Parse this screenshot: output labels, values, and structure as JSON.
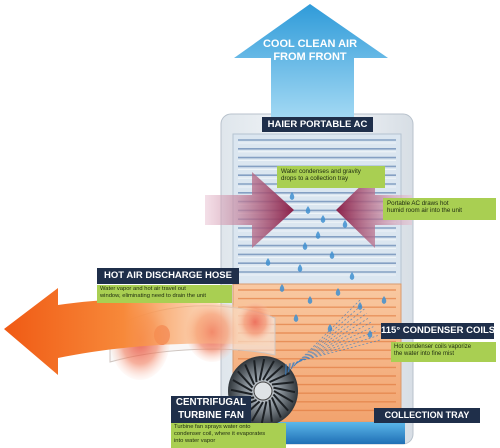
{
  "top_arrow": {
    "line1": "COOL CLEAN AIR",
    "line2": "FROM FRONT"
  },
  "unit_label": "HAIER PORTABLE AC",
  "notes": {
    "condense_line1": "Water condenses and gravity",
    "condense_line2": "drops to a collection tray",
    "intake_line1": "Portable AC draws hot",
    "intake_line2": "humid room air into the unit",
    "hose_line1": "Water vapor and hot air travel out",
    "hose_line2": "window, eliminating need to drain the unit",
    "coils_line1": "Hot condenser coils vaporize",
    "coils_line2": "the water into fine mist",
    "fan_line1": "Turbine fan sprays water onto",
    "fan_line2": "condenser coil, where it evaporates",
    "fan_line3": "into water vapor"
  },
  "labels": {
    "hose": "HOT AIR DISCHARGE HOSE",
    "coils": "115° CONDENSER COILS",
    "fan_line1": "CENTRIFUGAL",
    "fan_line2": "TURBINE FAN",
    "tray": "COLLECTION TRAY"
  },
  "colors": {
    "cool_arrow": "#3fa7e0",
    "hot_arrow": "#f26a1f",
    "intake_arrow": "#8e2a4f",
    "label_bg": "#1f2f4a",
    "note_bg": "#a9cf52"
  }
}
